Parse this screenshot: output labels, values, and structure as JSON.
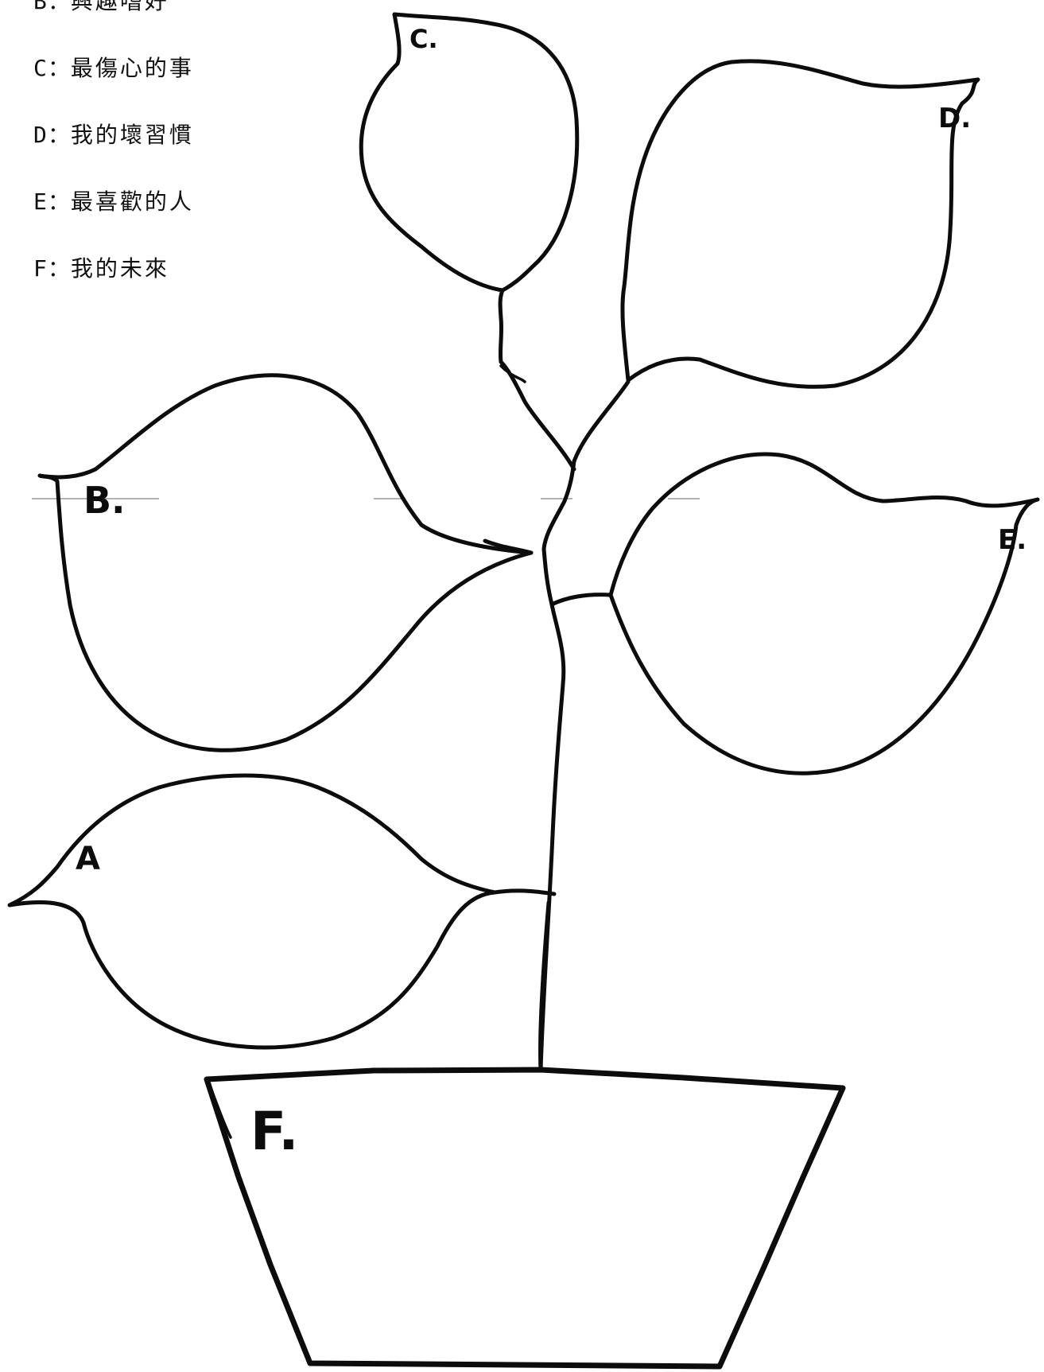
{
  "legend": [
    {
      "key": "B",
      "sep": "：",
      "text": "興趣嗜好"
    },
    {
      "key": "C",
      "sep": "：",
      "text": "最傷心的事"
    },
    {
      "key": "D",
      "sep": "：",
      "text": "我的壞習慣"
    },
    {
      "key": "E",
      "sep": "：",
      "text": "最喜歡的人"
    },
    {
      "key": "F",
      "sep": "：",
      "text": "我的未來"
    }
  ],
  "labels": {
    "leaf_a": "A",
    "leaf_b": "B.",
    "leaf_c": "C.",
    "leaf_d": "D.",
    "leaf_e": "E.",
    "pot_f": "F."
  }
}
